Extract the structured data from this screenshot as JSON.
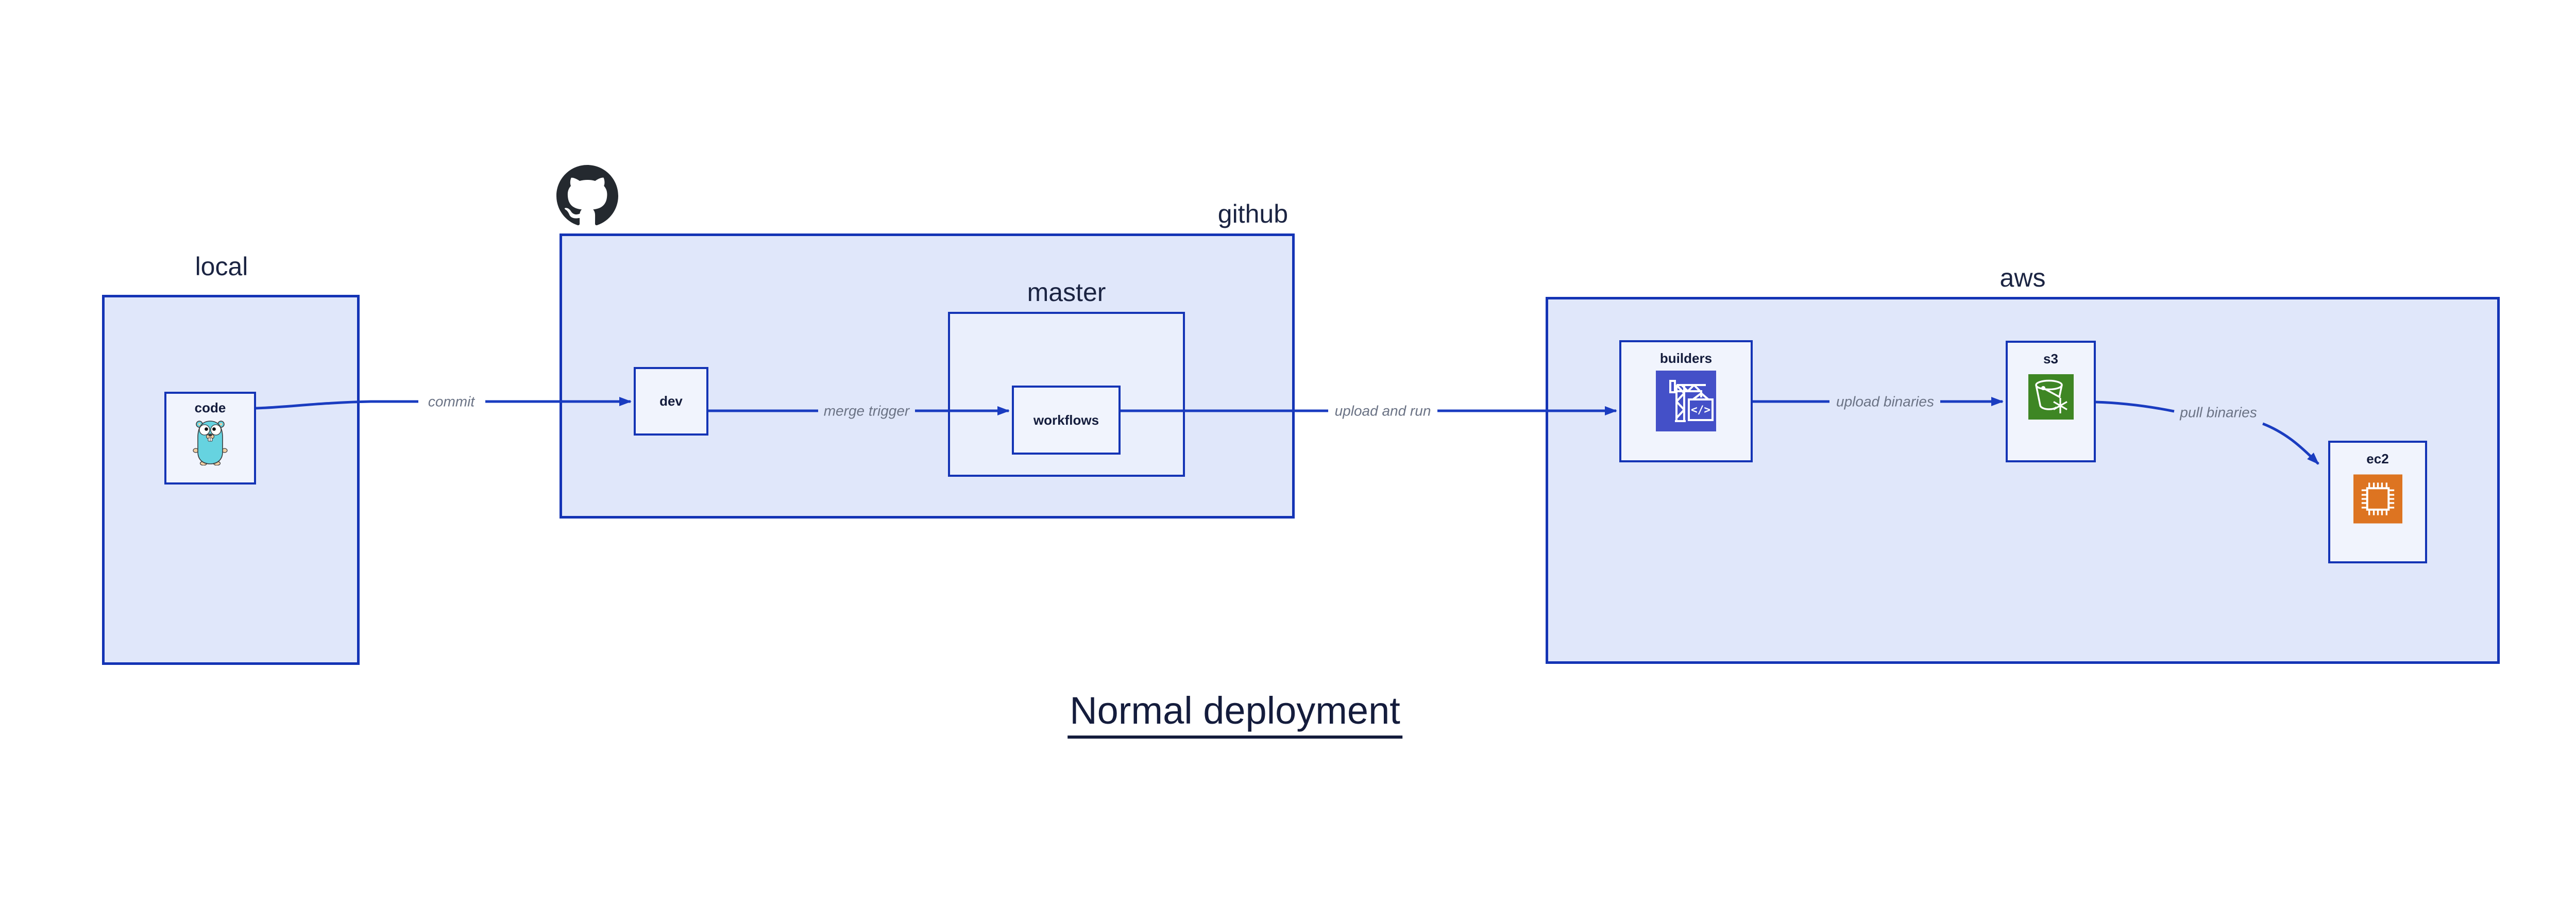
{
  "title": {
    "text": "Normal deployment"
  },
  "containers": {
    "local": {
      "label": "local"
    },
    "github": {
      "label": "github",
      "logo_icon": "github-octocat-icon"
    },
    "master": {
      "label": "master"
    },
    "aws": {
      "label": "aws"
    }
  },
  "nodes": {
    "code": {
      "label": "code",
      "icon": "go-gopher-icon"
    },
    "dev": {
      "label": "dev"
    },
    "workflows": {
      "label": "workflows"
    },
    "builders": {
      "label": "builders",
      "icon": "aws-codebuild-crane-icon"
    },
    "s3": {
      "label": "s3",
      "icon": "aws-s3-bucket-snowflake-icon"
    },
    "ec2": {
      "label": "ec2",
      "icon": "aws-ec2-chip-icon"
    }
  },
  "edges": [
    {
      "from": "code",
      "to": "dev",
      "label": "commit"
    },
    {
      "from": "dev",
      "to": "workflows",
      "label": "merge trigger"
    },
    {
      "from": "workflows",
      "to": "builders",
      "label": "upload and run"
    },
    {
      "from": "builders",
      "to": "s3",
      "label": "upload binaries"
    },
    {
      "from": "s3",
      "to": "ec2",
      "label": "pull binaries"
    }
  ],
  "colors": {
    "border_blue": "#1434b5",
    "arrow_blue": "#1a3cc0",
    "container_fill": "#e0e7fa",
    "master_fill": "#eaeffc",
    "node_fill": "#f1f4fd",
    "edge_label_gray": "#6b7385",
    "text_navy": "#141c3c",
    "codebuild_indigo": "#4450c8",
    "s3_green": "#3e8624",
    "ec2_orange": "#dd7421",
    "gopher_teal": "#66d3e0",
    "octocat_black": "#24292f"
  }
}
